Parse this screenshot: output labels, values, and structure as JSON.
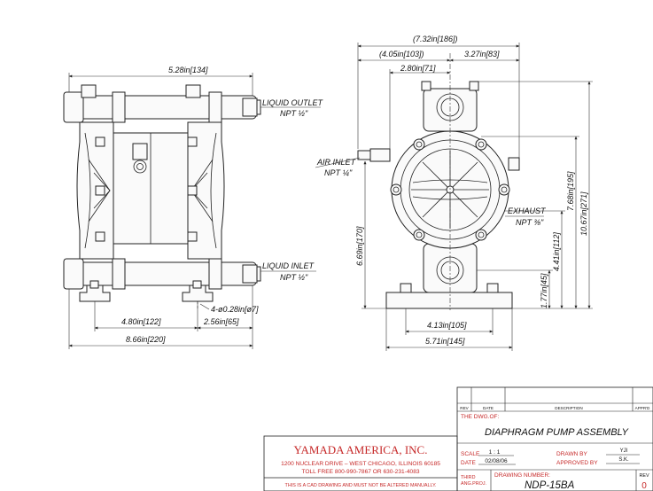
{
  "dimensions": {
    "side_width_top": "5.28in[134]",
    "side_feet_spacing": "4.80in[122]",
    "side_foot_offset": "2.56in[65]",
    "side_overall_width": "8.66in[220]",
    "side_height": "6.69in[170]",
    "mounting_holes": "4-ø0.28in[ø7]",
    "front_overall": "(7.32in[186])",
    "front_left": "(4.05in[103])",
    "front_right": "3.27in[83]",
    "front_inner": "2.80in[71]",
    "front_base_holes": "4.13in[105]",
    "front_base_width": "5.71in[145]",
    "front_h_top": "10.67in[271]",
    "front_h_mid": "7.68in[195]",
    "front_h_exhaust": "4.41in[112]",
    "front_h_inlet": "1.77in[45]"
  },
  "callouts": {
    "liquid_outlet": "LIQUID OUTLET",
    "liquid_outlet_npt": "NPT ½\"",
    "liquid_inlet": "LIQUID INLET",
    "liquid_inlet_npt": "NPT ½\"",
    "air_inlet": "AIR INLET",
    "air_inlet_npt": "NPT ¼\"",
    "exhaust": "EXHAUST",
    "exhaust_npt": "NPT ⅜\""
  },
  "company": {
    "name": "YAMADA AMERICA, INC.",
    "address": "1200 NUCLEAR DRIVE – WEST CHICAGO, ILLINOIS 60185",
    "phone": "TOLL FREE 800-990-7867 OR 630-231-4083",
    "notice": "THIS IS A CAD DRAWING AND MUST NOT BE ALTERED MANUALLY."
  },
  "title_block": {
    "rev_header": "REV",
    "date_header": "DATE",
    "description_header": "DESCRIPTION",
    "apprd_header": "APPR'D",
    "dwg_of_label": "THE DWG.OF:",
    "title": "DIAPHRAGM PUMP ASSEMBLY",
    "scale_label": "SCALE",
    "scale_value": "1 : 1",
    "date_label": "DATE",
    "date_value": "02/08/06",
    "drawn_by_label": "DRAWN BY",
    "drawn_by_value": "YJI",
    "approved_by_label": "APPROVED BY",
    "approved_by_value": "S.K.",
    "third_ang_label1": "THIRD",
    "third_ang_label2": "ANG.PROJ.",
    "drawing_number_label": "DRAWING NUMBER:",
    "drawing_number": "NDP-15BA",
    "rev_label": "REV",
    "rev_value": "0"
  }
}
